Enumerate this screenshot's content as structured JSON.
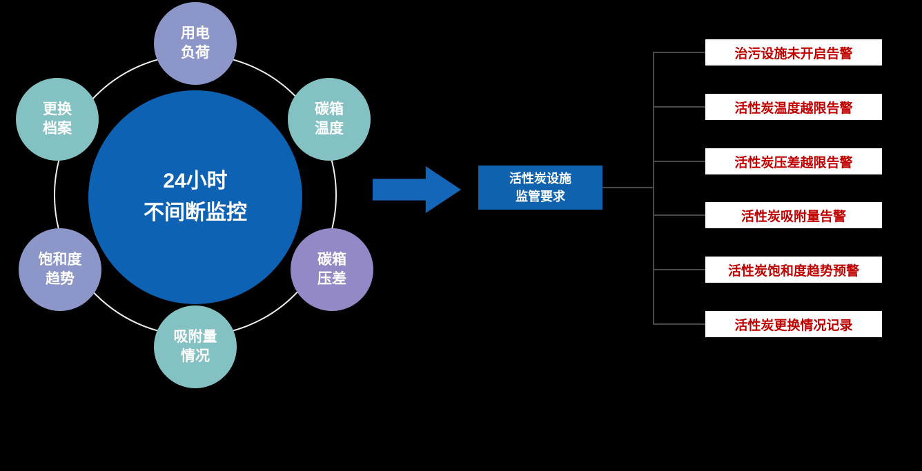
{
  "diagram": {
    "hub": {
      "line1": "24小时",
      "line2": "不间断监控",
      "color": "#0e62b4"
    },
    "ring_color": "#f0f0f0",
    "satellites": [
      {
        "name": "power-load",
        "line1": "用电",
        "line2": "负荷",
        "color": "#8d96c8"
      },
      {
        "name": "carbon-box-temperature",
        "line1": "碳箱",
        "line2": "温度",
        "color": "#84c1c3"
      },
      {
        "name": "carbon-box-pressure",
        "line1": "碳箱",
        "line2": "压差",
        "color": "#9289c6"
      },
      {
        "name": "adsorption-status",
        "line1": "吸附量",
        "line2": "情况",
        "color": "#84c1c3"
      },
      {
        "name": "saturation-trend",
        "line1": "饱和度",
        "line2": "趋势",
        "color": "#8d96c8"
      },
      {
        "name": "replacement-archive",
        "line1": "更换",
        "line2": "档案",
        "color": "#84c1c3"
      }
    ],
    "arrow_color": "#1467b8",
    "central_box": {
      "line1": "活性炭设施",
      "line2": "监管要求",
      "color": "#0f63ae"
    },
    "connector_color": "#4a4a4a",
    "alerts": [
      "治污设施未开启告警",
      "活性炭温度越限告警",
      "活性炭压差越限告警",
      "活性炭吸附量告警",
      "活性炭饱和度趋势预警",
      "活性炭更换情况记录"
    ],
    "alert_box_color": "#ffffff",
    "alert_text_color": "#c00000"
  }
}
